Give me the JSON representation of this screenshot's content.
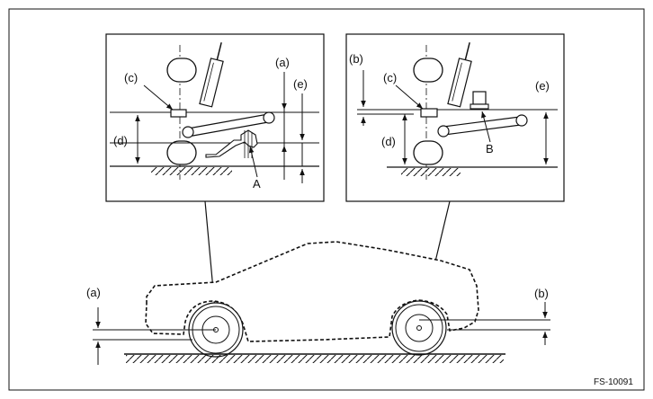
{
  "labels": {
    "a": "(a)",
    "b": "(b)",
    "c": "(c)",
    "d": "(d)",
    "e": "(e)",
    "part_a": "A",
    "part_b": "B"
  },
  "figure_code": "FS-10091",
  "colors": {
    "line": "#111111",
    "paper": "#ffffff"
  }
}
